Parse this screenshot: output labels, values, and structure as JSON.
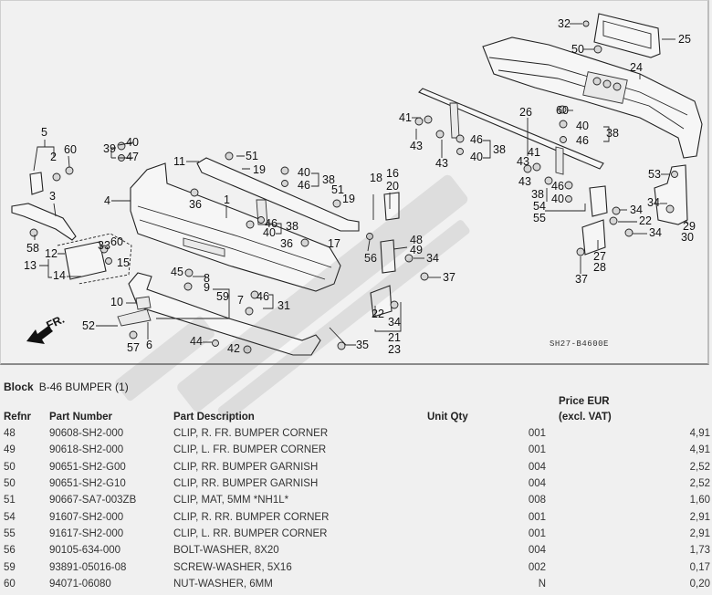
{
  "diagram": {
    "drawing_code": "SH27-B4600E",
    "front_indicator": "FR.",
    "callouts": {
      "n1": "1",
      "n2": "2",
      "n3": "3",
      "n4": "4",
      "n5": "5",
      "n6": "6",
      "n7": "7",
      "n8": "8",
      "n9": "9",
      "n10": "10",
      "n11": "11",
      "n12": "12",
      "n13": "13",
      "n14": "14",
      "n15": "15",
      "n16": "16",
      "n17": "17",
      "n18": "18",
      "n19a": "19",
      "n19b": "19",
      "n20": "20",
      "n21": "21",
      "n22a": "22",
      "n22b": "22",
      "n23": "23",
      "n24": "24",
      "n25": "25",
      "n26": "26",
      "n27": "27",
      "n28": "28",
      "n29": "29",
      "n30": "30",
      "n31": "31",
      "n32": "32",
      "n33": "33",
      "n34a": "34",
      "n34b": "34",
      "n34c": "34",
      "n34d": "34",
      "n34e": "34",
      "n35": "35",
      "n36a": "36",
      "n36b": "36",
      "n37a": "37",
      "n37b": "37",
      "n38a": "38",
      "n38b": "38",
      "n38c": "38",
      "n38d": "38",
      "n38e": "38",
      "n39": "39",
      "n40a": "40",
      "n40b": "40",
      "n40c": "40",
      "n40d": "40",
      "n40e": "40",
      "n40f": "40",
      "n41a": "41",
      "n41b": "41",
      "n42": "42",
      "n43a": "43",
      "n43b": "43",
      "n43c": "43",
      "n43d": "43",
      "n44": "44",
      "n45": "45",
      "n46a": "46",
      "n46b": "46",
      "n46c": "46",
      "n46d": "46",
      "n46e": "46",
      "n46f": "46",
      "n47": "47",
      "n48": "48",
      "n49": "49",
      "n50": "50",
      "n51a": "51",
      "n51b": "51",
      "n52": "52",
      "n53": "53",
      "n54": "54",
      "n55": "55",
      "n56": "56",
      "n57": "57",
      "n58": "58",
      "n59": "59",
      "n60a": "60",
      "n60b": "60",
      "n60c": "60"
    }
  },
  "block": {
    "label": "Block",
    "name": "B-46 BUMPER (1)"
  },
  "table": {
    "headers": {
      "refnr": "Refnr",
      "part_number": "Part Number",
      "description": "Part Description",
      "unit_qty": "Unit Qty",
      "price_line1": "Price EUR",
      "price_line2": "(excl. VAT)"
    },
    "rows": [
      {
        "refnr": "48",
        "part_number": "90608-SH2-000",
        "description": "CLIP, R. FR. BUMPER CORNER",
        "unit_qty": "001",
        "price": "4,91"
      },
      {
        "refnr": "49",
        "part_number": "90618-SH2-000",
        "description": "CLIP, L. FR. BUMPER CORNER",
        "unit_qty": "001",
        "price": "4,91"
      },
      {
        "refnr": "50",
        "part_number": "90651-SH2-G00",
        "description": "CLIP, RR. BUMPER GARNISH",
        "unit_qty": "004",
        "price": "2,52"
      },
      {
        "refnr": "50",
        "part_number": "90651-SH2-G10",
        "description": "CLIP, RR. BUMPER GARNISH",
        "unit_qty": "004",
        "price": "2,52"
      },
      {
        "refnr": "51",
        "part_number": "90667-SA7-003ZB",
        "description": "CLIP, MAT, 5MM *NH1L*",
        "unit_qty": "008",
        "price": "1,60"
      },
      {
        "refnr": "54",
        "part_number": "91607-SH2-000",
        "description": "CLIP, R. RR. BUMPER CORNER",
        "unit_qty": "001",
        "price": "2,91"
      },
      {
        "refnr": "55",
        "part_number": "91617-SH2-000",
        "description": "CLIP, L. RR. BUMPER CORNER",
        "unit_qty": "001",
        "price": "2,91"
      },
      {
        "refnr": "56",
        "part_number": "90105-634-000",
        "description": "BOLT-WASHER, 8X20",
        "unit_qty": "004",
        "price": "1,73"
      },
      {
        "refnr": "59",
        "part_number": "93891-05016-08",
        "description": "SCREW-WASHER, 5X16",
        "unit_qty": "002",
        "price": "0,17"
      },
      {
        "refnr": "60",
        "part_number": "94071-06080",
        "description": "NUT-WASHER, 6MM",
        "unit_qty": "N",
        "price": "0,20"
      }
    ]
  }
}
